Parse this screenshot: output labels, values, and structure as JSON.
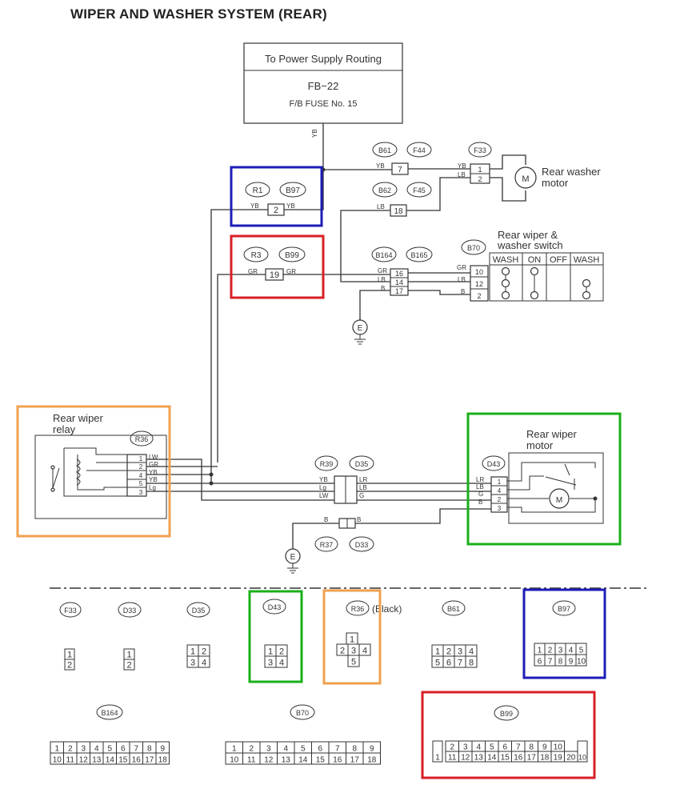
{
  "title": "WIPER AND WASHER SYSTEM (REAR)",
  "power_box": {
    "line1": "To Power Supply Routing",
    "line2": "FB−22",
    "line3": "F/B FUSE No. 15"
  },
  "labels": {
    "washer_motor_1": "Rear washer",
    "washer_motor_2": "motor",
    "switch_1": "Rear wiper &",
    "switch_2": "washer switch",
    "relay_1": "Rear wiper",
    "relay_2": "relay",
    "wiper_motor_1": "Rear wiper",
    "wiper_motor_2": "motor",
    "black": "(Black)",
    "ground": "E"
  },
  "switch_cols": [
    "WASH",
    "ON",
    "OFF",
    "WASH"
  ],
  "connectors": {
    "R1": "R1",
    "B97": "B97",
    "R3": "R3",
    "B99": "B99",
    "B61": "B61",
    "F44": "F44",
    "F33": "F33",
    "B62": "B62",
    "F45": "F45",
    "B164": "B164",
    "B165": "B165",
    "B70": "B70",
    "R36": "R36",
    "R39": "R39",
    "D35": "D35",
    "D43": "D43",
    "R37": "R37",
    "D33": "D33"
  },
  "wires": {
    "YB": "YB",
    "LB": "LB",
    "GR": "GR",
    "B": "B",
    "LW": "LW",
    "LR": "LR",
    "Lg": "Lg",
    "G": "G"
  },
  "pins": {
    "p1": "1",
    "p2": "2",
    "p3": "3",
    "p4": "4",
    "p5": "5",
    "p7": "7",
    "p10": "10",
    "p12": "12",
    "p14": "14",
    "p16": "16",
    "p17": "17",
    "p18": "18",
    "p19": "19"
  },
  "faces": {
    "F33": [
      "1",
      "2"
    ],
    "D33": [
      "1",
      "2"
    ],
    "D35": [
      "1",
      "2",
      "3",
      "4"
    ],
    "D43": [
      "1",
      "2",
      "3",
      "4"
    ],
    "R36": [
      "1",
      "2",
      "3",
      "4",
      "5"
    ],
    "B61": [
      "1",
      "2",
      "3",
      "4",
      "5",
      "6",
      "7",
      "8"
    ],
    "B97": [
      "1",
      "2",
      "3",
      "4",
      "5",
      "6",
      "7",
      "8",
      "9",
      "10"
    ],
    "B164": [
      "1",
      "2",
      "3",
      "4",
      "5",
      "6",
      "7",
      "8",
      "9",
      "10",
      "11",
      "12",
      "13",
      "14",
      "15",
      "16",
      "17",
      "18"
    ],
    "B70": [
      "1",
      "2",
      "3",
      "4",
      "5",
      "6",
      "7",
      "8",
      "9",
      "10",
      "11",
      "12",
      "13",
      "14",
      "15",
      "16",
      "17",
      "18"
    ],
    "B99": [
      "1",
      "2",
      "3",
      "4",
      "5",
      "6",
      "7",
      "8",
      "9",
      "10",
      "11",
      "12",
      "13",
      "14",
      "15",
      "16",
      "17",
      "18",
      "19",
      "20",
      "10"
    ]
  },
  "highlight_colors": {
    "blue": "#1d1db8",
    "red": "#d81f26",
    "orange": "#f0a050",
    "green": "#18b018"
  }
}
